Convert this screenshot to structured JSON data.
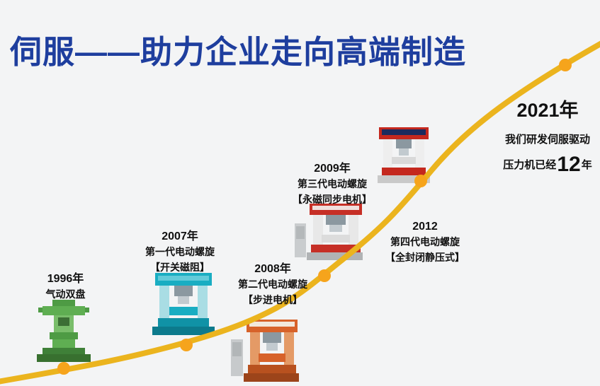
{
  "title": "伺服——助力企业走向高端制造",
  "milestones": [
    {
      "year": "1996年",
      "name": "气动双盘",
      "spec": ""
    },
    {
      "year": "2007年",
      "name": "第一代电动螺旋",
      "spec": "【开关磁阻】"
    },
    {
      "year": "2008年",
      "name": "第二代电动螺旋",
      "spec": "【步进电机】"
    },
    {
      "year": "2009年",
      "name": "第三代电动螺旋",
      "spec": "【永磁同步电机】"
    },
    {
      "year": "2012",
      "name": "第四代电动螺旋",
      "spec": "【全封闭静压式】"
    }
  ],
  "finale": {
    "year": "2021年",
    "line1": "我们研发伺服驱动",
    "line2_prefix": "压力机已经",
    "line2_number": "12",
    "line2_suffix": "年"
  },
  "colors": {
    "title_blue": "#1e3e9e",
    "curve_gold": "#ebb41e",
    "dot_orange": "#f6a41c",
    "machine_green": "#4e9b44",
    "machine_teal": "#19adc2",
    "machine_orange": "#d7622a",
    "machine_red": "#c62f26"
  }
}
